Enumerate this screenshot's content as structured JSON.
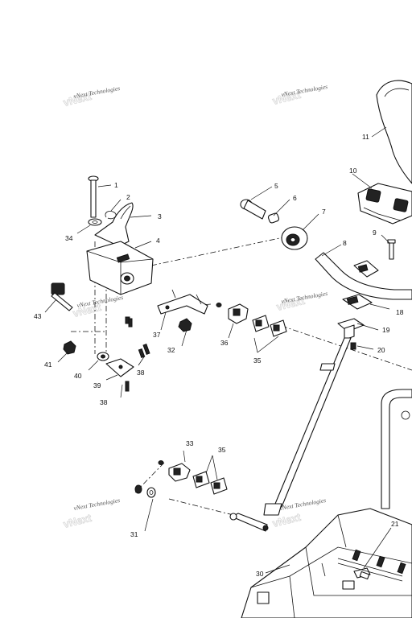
{
  "watermark": "vNext Technologies",
  "callouts": [
    "1",
    "2",
    "3",
    "4",
    "5",
    "6",
    "7",
    "8",
    "9",
    "10",
    "11",
    "18",
    "19",
    "20",
    "21",
    "30",
    "31",
    "32",
    "33",
    "34",
    "35",
    "35",
    "36",
    "37",
    "38",
    "38",
    "39",
    "40",
    "41",
    "43"
  ]
}
